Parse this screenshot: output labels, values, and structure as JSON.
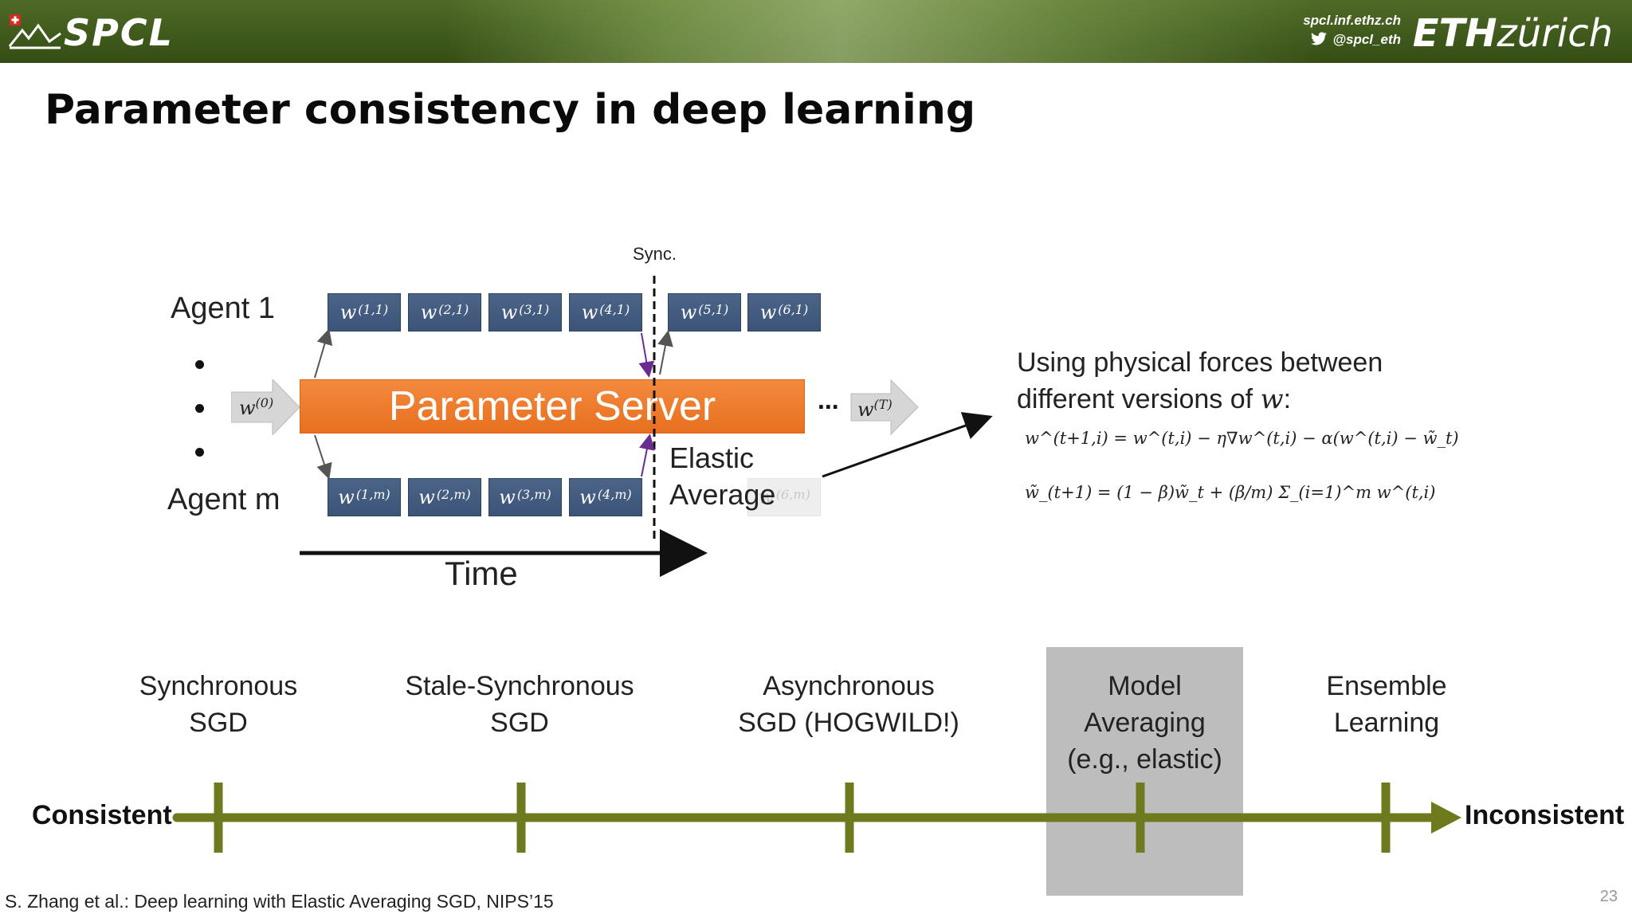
{
  "header": {
    "logo_text": "SPCL",
    "url": "spcl.inf.ethz.ch",
    "twitter": "@spcl_eth",
    "eth_bold": "ETH",
    "eth_light": "zürich"
  },
  "title": "Parameter consistency in deep learning",
  "diagram": {
    "sync_label": "Sync.",
    "agent_top": "Agent 1",
    "agent_bottom": "Agent m",
    "server_label": "Parameter Server",
    "time_label": "Time",
    "ellipsis": "...",
    "elastic_line1": "Elastic",
    "elastic_line2": "Average",
    "w0": {
      "base": "w",
      "sup": "(0)"
    },
    "wT": {
      "base": "w",
      "sup": "(T)"
    },
    "top_row": [
      {
        "base": "w",
        "sup": "(1,1)"
      },
      {
        "base": "w",
        "sup": "(2,1)"
      },
      {
        "base": "w",
        "sup": "(3,1)"
      },
      {
        "base": "w",
        "sup": "(4,1)"
      },
      {
        "base": "w",
        "sup": "(5,1)"
      },
      {
        "base": "w",
        "sup": "(6,1)"
      }
    ],
    "bottom_row": [
      {
        "base": "w",
        "sup": "(1,m)"
      },
      {
        "base": "w",
        "sup": "(2,m)"
      },
      {
        "base": "w",
        "sup": "(3,m)"
      },
      {
        "base": "w",
        "sup": "(4,m)"
      },
      {
        "base": "w",
        "sup": "(6,m)"
      }
    ]
  },
  "explanation": {
    "line1": "Using physical forces between",
    "line2": "different versions of ",
    "var": "w",
    "colon": ":",
    "eq1": "w^(t+1,i) = w^(t,i) − η∇w^(t,i) − α(w^(t,i) − w̃_t)",
    "eq2": "w̃_(t+1) = (1 − β)w̃_t + (β/m) Σ_(i=1)^m w^(t,i)"
  },
  "spectrum": {
    "left_end": "Consistent",
    "right_end": "Inconsistent",
    "items": [
      {
        "lines": [
          "Synchronous",
          "SGD"
        ]
      },
      {
        "lines": [
          "Stale-Synchronous",
          "SGD"
        ]
      },
      {
        "lines": [
          "Asynchronous",
          "SGD (HOGWILD!)"
        ]
      },
      {
        "lines": [
          "Model",
          "Averaging",
          "(e.g., elastic)"
        ],
        "highlighted": true
      },
      {
        "lines": [
          "Ensemble",
          "Learning"
        ]
      }
    ],
    "axis_color": "#6e7a1d",
    "highlight_color": "#bdbdbd"
  },
  "citation": "S. Zhang et al.: Deep learning with Elastic Averaging SGD, NIPS’15",
  "page_number": "23"
}
